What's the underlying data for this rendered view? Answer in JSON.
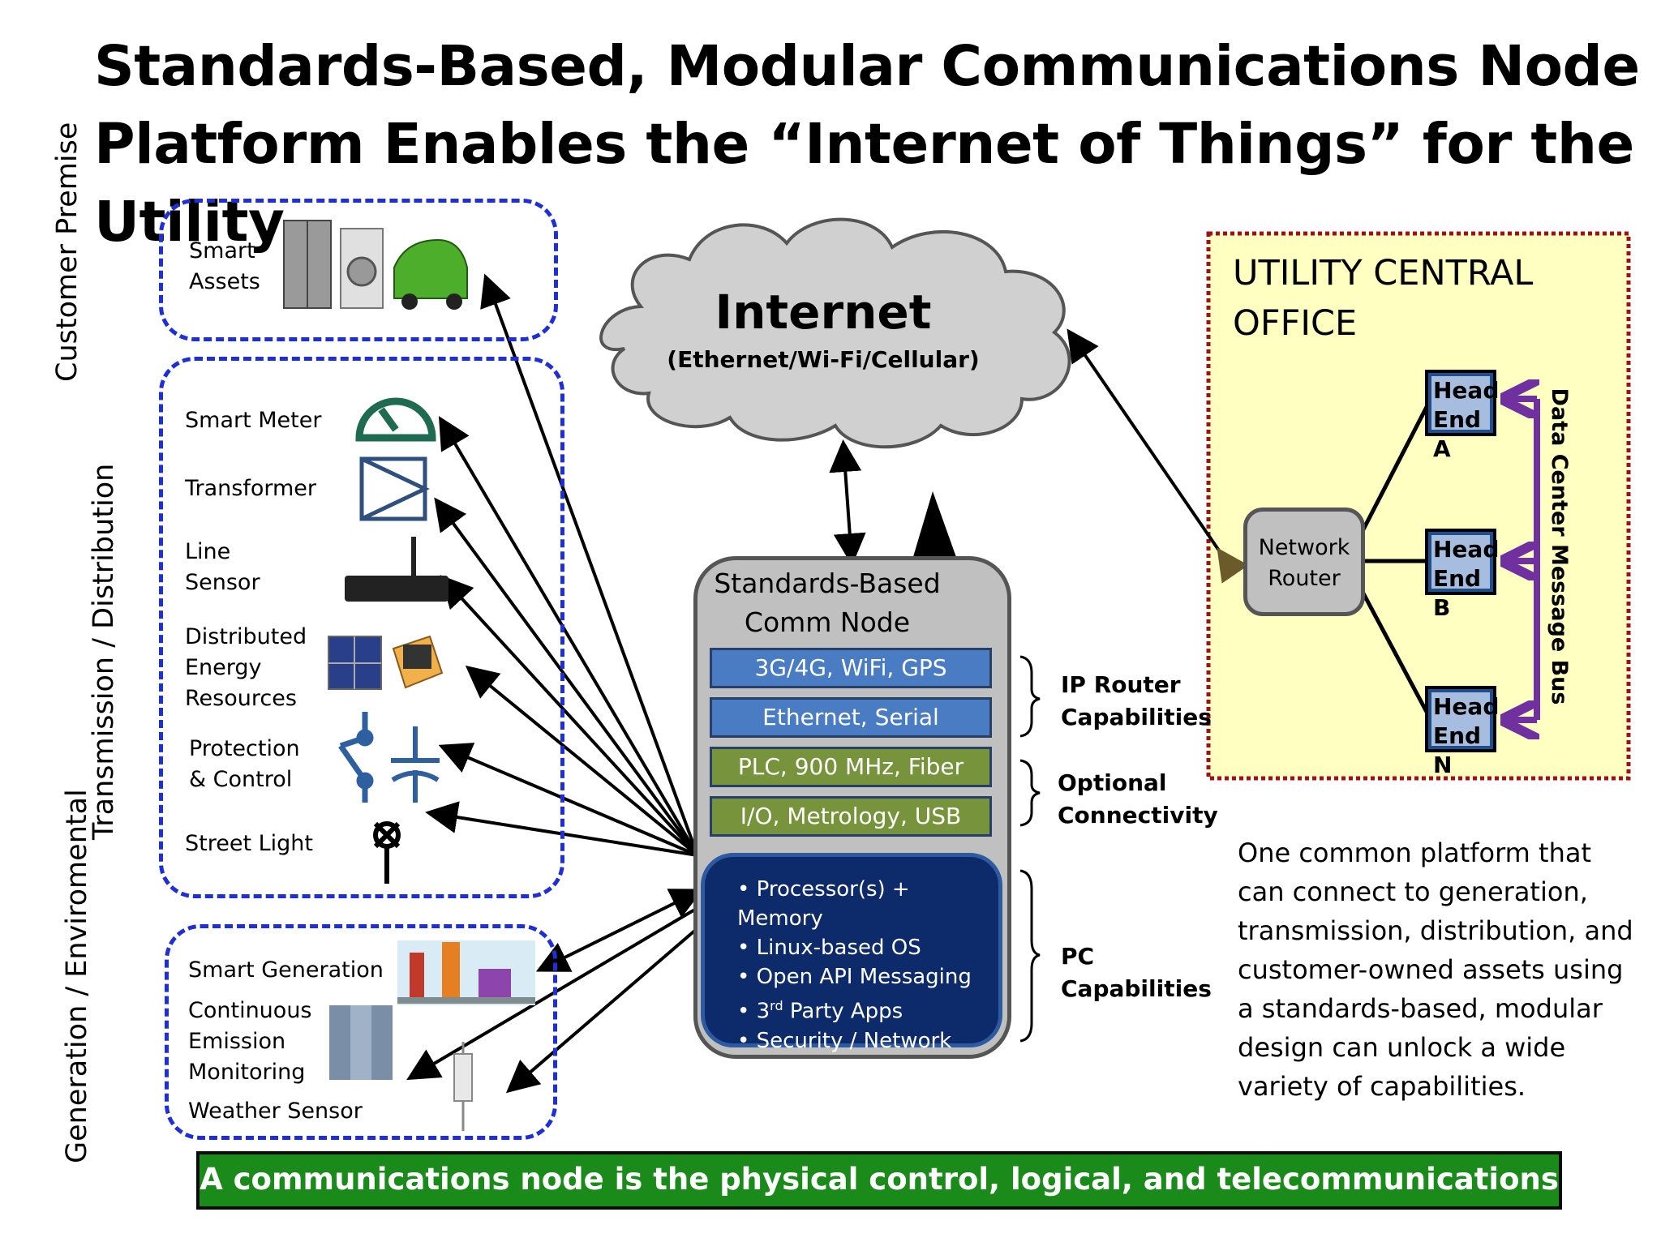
{
  "title": {
    "line1": "Standards-Based, Modular Communications Node",
    "line2": "Platform Enables the “Internet of Things” for the Utility"
  },
  "groups": {
    "customer_label": "Customer Premise",
    "td_label": "Transmission / Distribution",
    "gen_label": "Generation / Enviromental"
  },
  "customer": {
    "smart_assets": "Smart Assets"
  },
  "td": {
    "smart_meter": "Smart Meter",
    "transformer": "Transformer",
    "line_sensor": "Line Sensor",
    "der": "Distributed Energy Resources",
    "protection": "Protection & Control",
    "street_light": "Street Light"
  },
  "gen": {
    "smart_generation": "Smart Generation",
    "cem": "Continuous Emission Monitoring",
    "weather": "Weather Sensor"
  },
  "internet": {
    "title": "Internet",
    "subtitle": "(Ethernet/Wi-Fi/Cellular)"
  },
  "node": {
    "title": "Standards-Based Comm Node",
    "bars": [
      "3G/4G, WiFi, GPS",
      "Ethernet, Serial",
      "PLC,  900 MHz, Fiber",
      "I/O, Metrology,  USB"
    ],
    "pc_items": [
      "Processor(s) + Memory",
      "Linux-based OS",
      "Open API Messaging",
      "3rd Party Apps",
      "Security / Network Mgr"
    ]
  },
  "braces": {
    "ip_router": "IP Router Capabilities",
    "optional": "Optional Connectivity",
    "pc": "PC Capabilities"
  },
  "utility": {
    "title": "UTILITY CENTRAL OFFICE",
    "router": "Network Router",
    "head_a": "Head End A",
    "head_b": "Head End B",
    "head_n": "Head End N",
    "bus": "Data Center Message Bus"
  },
  "description": "One common platform that can connect to generation, transmission, distribution, and customer-owned assets using a standards-based, modular design can unlock a wide variety of capabilities.",
  "footer": "A communications node is the physical control, logical, and telecommunications hub.",
  "colors": {
    "dash_blue": "#1f2fd6",
    "bar_blue": "#4a7cc4",
    "bar_green": "#77933c",
    "pc_navy": "#0d2a6b",
    "utility_bg": "#ffffc2",
    "utility_border": "#a01010",
    "bus_purple": "#7030a0",
    "footer_green": "#1a8a1a"
  }
}
